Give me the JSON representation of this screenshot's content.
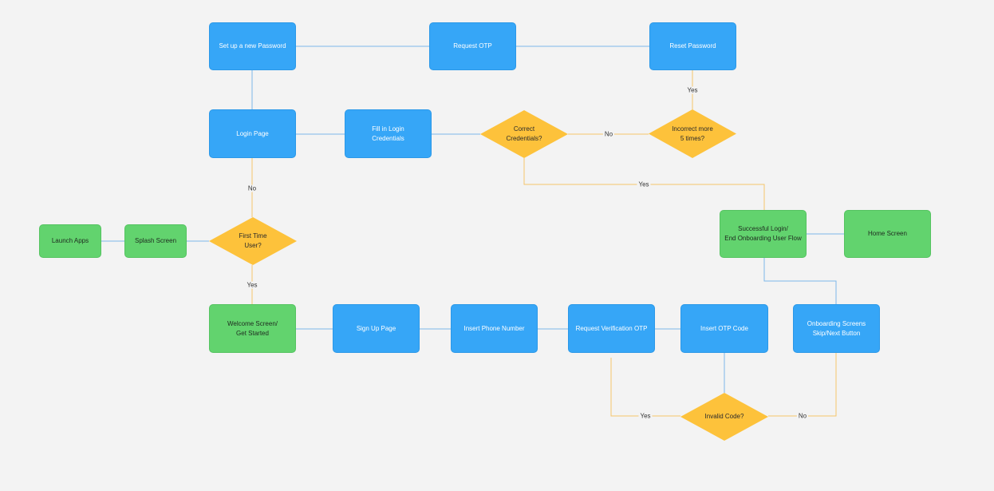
{
  "colors": {
    "process": "#36a6f7",
    "terminal": "#62d36e",
    "decision": "#fdc23b",
    "connector_blue": "#7cb7ea",
    "connector_orange": "#f4c46b"
  },
  "nodes": {
    "set_new_password": "Set up a new Password",
    "request_otp": "Request OTP",
    "reset_password": "Reset Password",
    "login_page": "Login Page",
    "fill_credentials": "Fill in Login\nCredentials",
    "correct_credentials": "Correct\nCredentials?",
    "incorrect_more": "Incorrect more\n5 times?",
    "launch_apps": "Launch Apps",
    "splash_screen": "Splash Screen",
    "first_time_user": "First Time\nUser?",
    "successful_login": "Successful Login/\nEnd Onboarding User Flow",
    "home_screen": "Home Screen",
    "welcome_screen": "Welcome Screen/\nGet Started",
    "sign_up_page": "Sign Up Page",
    "insert_phone": "Insert Phone Number",
    "request_verification": "Request Verification OTP",
    "insert_otp_code": "Insert OTP Code",
    "onboarding_screens": "Onboarding Screens\nSkip/Next Button",
    "invalid_code": "Invalid Code?"
  },
  "edge_labels": {
    "yes_reset": "Yes",
    "no_incorrect": "No",
    "yes_success": "Yes",
    "no_login": "No",
    "yes_welcome": "Yes",
    "yes_invalid": "Yes",
    "no_invalid": "No"
  }
}
